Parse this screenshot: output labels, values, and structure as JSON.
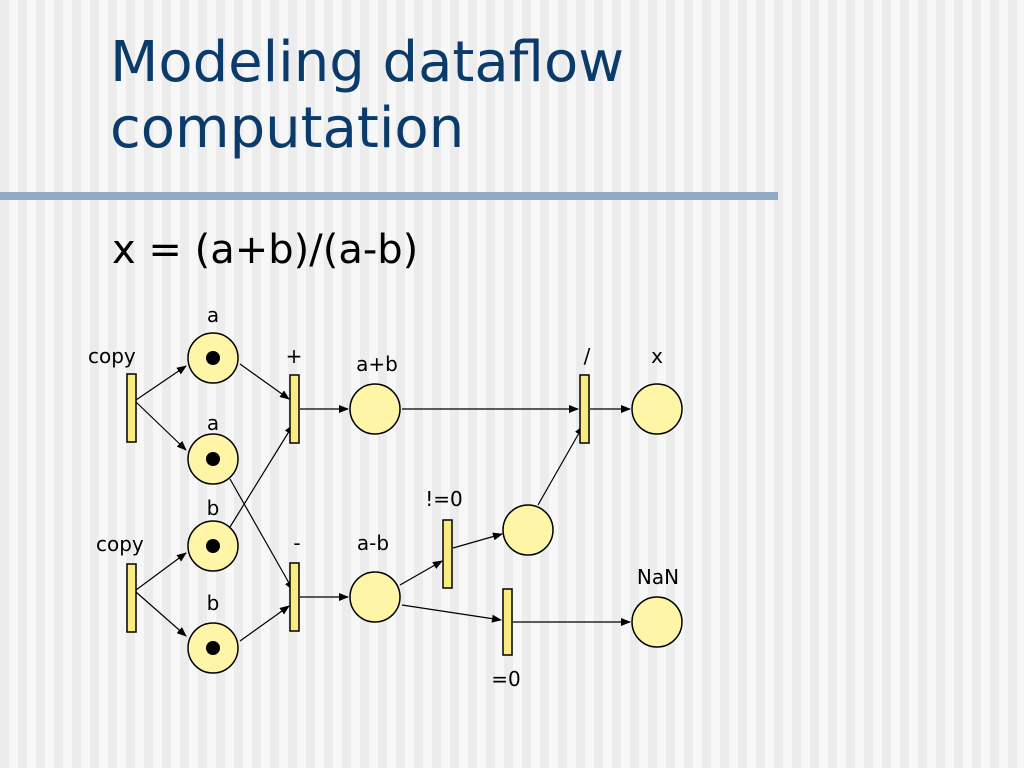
{
  "slide": {
    "title_line1": "Modeling dataflow",
    "title_line2": "computation",
    "formula": "x = (a+b)/(a-b)"
  },
  "diagram": {
    "labels": {
      "copy_top": "copy",
      "copy_bottom": "copy",
      "place_a1": "a",
      "place_a2": "a",
      "place_b1": "b",
      "place_b2": "b",
      "plus": "+",
      "minus": "-",
      "sum": "a+b",
      "diff": "a-b",
      "divide": "/",
      "x": "x",
      "not_zero": "!=0",
      "is_zero": "=0",
      "nan": "NaN"
    }
  }
}
